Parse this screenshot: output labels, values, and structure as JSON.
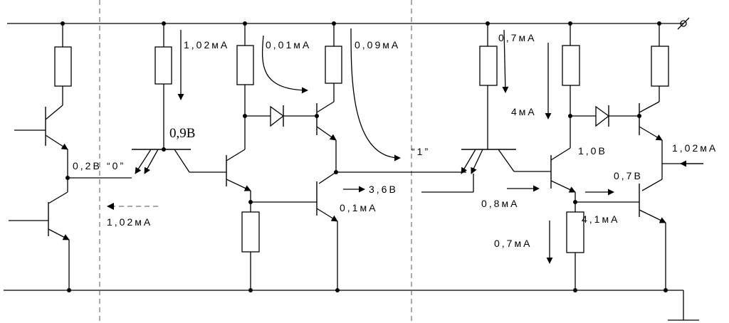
{
  "labels": {
    "i_1_02_top": "1,02мА",
    "i_0_01": "0,01мА",
    "i_0_09": "0,09мА",
    "i_0_7_top": "0,7мА",
    "i_4": "4мА",
    "i_1_02_right": "1,02мА",
    "v_0_2": "0,2В",
    "state_0": "“0”",
    "v_0_9": "0,9В",
    "state_1": "“1”",
    "v_1_0": "1,0В",
    "v_0_7": "0,7В",
    "v_3_6": "3,6В",
    "i_0_1": "0,1мА",
    "i_0_8": "0,8мА",
    "i_1_02_left": "1,02мА",
    "i_4_1": "4,1мА",
    "i_0_7_bottom": "0,7мА"
  }
}
